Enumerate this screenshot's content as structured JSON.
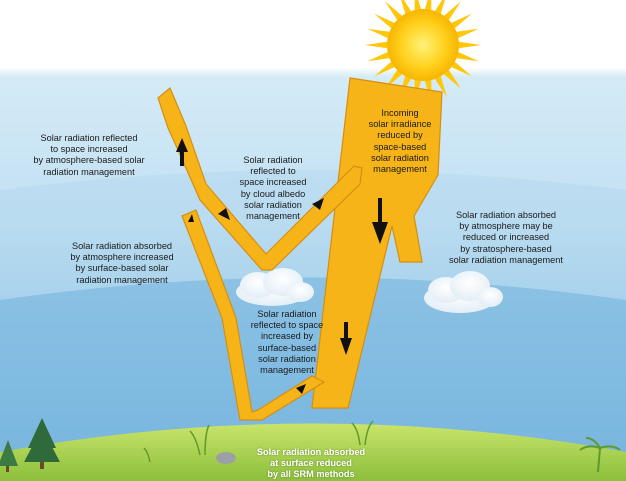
{
  "diagram": {
    "labels": {
      "incoming": "Incoming\nsolar irradiance\nreduced by\nspace-based\nsolar radiation\nmanagement",
      "reflected_atmosphere": "Solar radiation reflected\nto space increased\nby atmosphere-based solar\nradiation management",
      "reflected_cloud": "Solar radiation\nreflected to\nspace increased\nby cloud albedo\nsolar radiation\nmanagement",
      "absorbed_atmosphere_surface": "Solar radiation absorbed\nby atmosphere increased\nby surface-based solar\nradiation management",
      "absorbed_atmosphere_strat": "Solar radiation absorbed\nby atmosphere may be\nreduced or increased\nby stratosphere-based\nsolar radiation management",
      "reflected_surface": "Solar radiation\nreflected to space\nincreased by\nsurface-based\nsolar radiation\nmanagement",
      "absorbed_surface": "Solar radiation absorbed\nat surface reduced\nby all SRM methods"
    },
    "colors": {
      "sky_top": "#ffffff",
      "sky_band": "#cde6f4",
      "sky_low": "#5aa6d6",
      "arrow_fill": "#f6b418",
      "arrow_stroke": "#d58f10",
      "ground": "#a8d04a",
      "ground_dark": "#6fa83a",
      "sun_core": "#ffd21f",
      "sun_rays": "#ffc70a"
    },
    "icons": [
      "sun-icon",
      "cloud-icon",
      "tree-icon",
      "rock-icon",
      "grass-icon",
      "palm-icon"
    ]
  }
}
